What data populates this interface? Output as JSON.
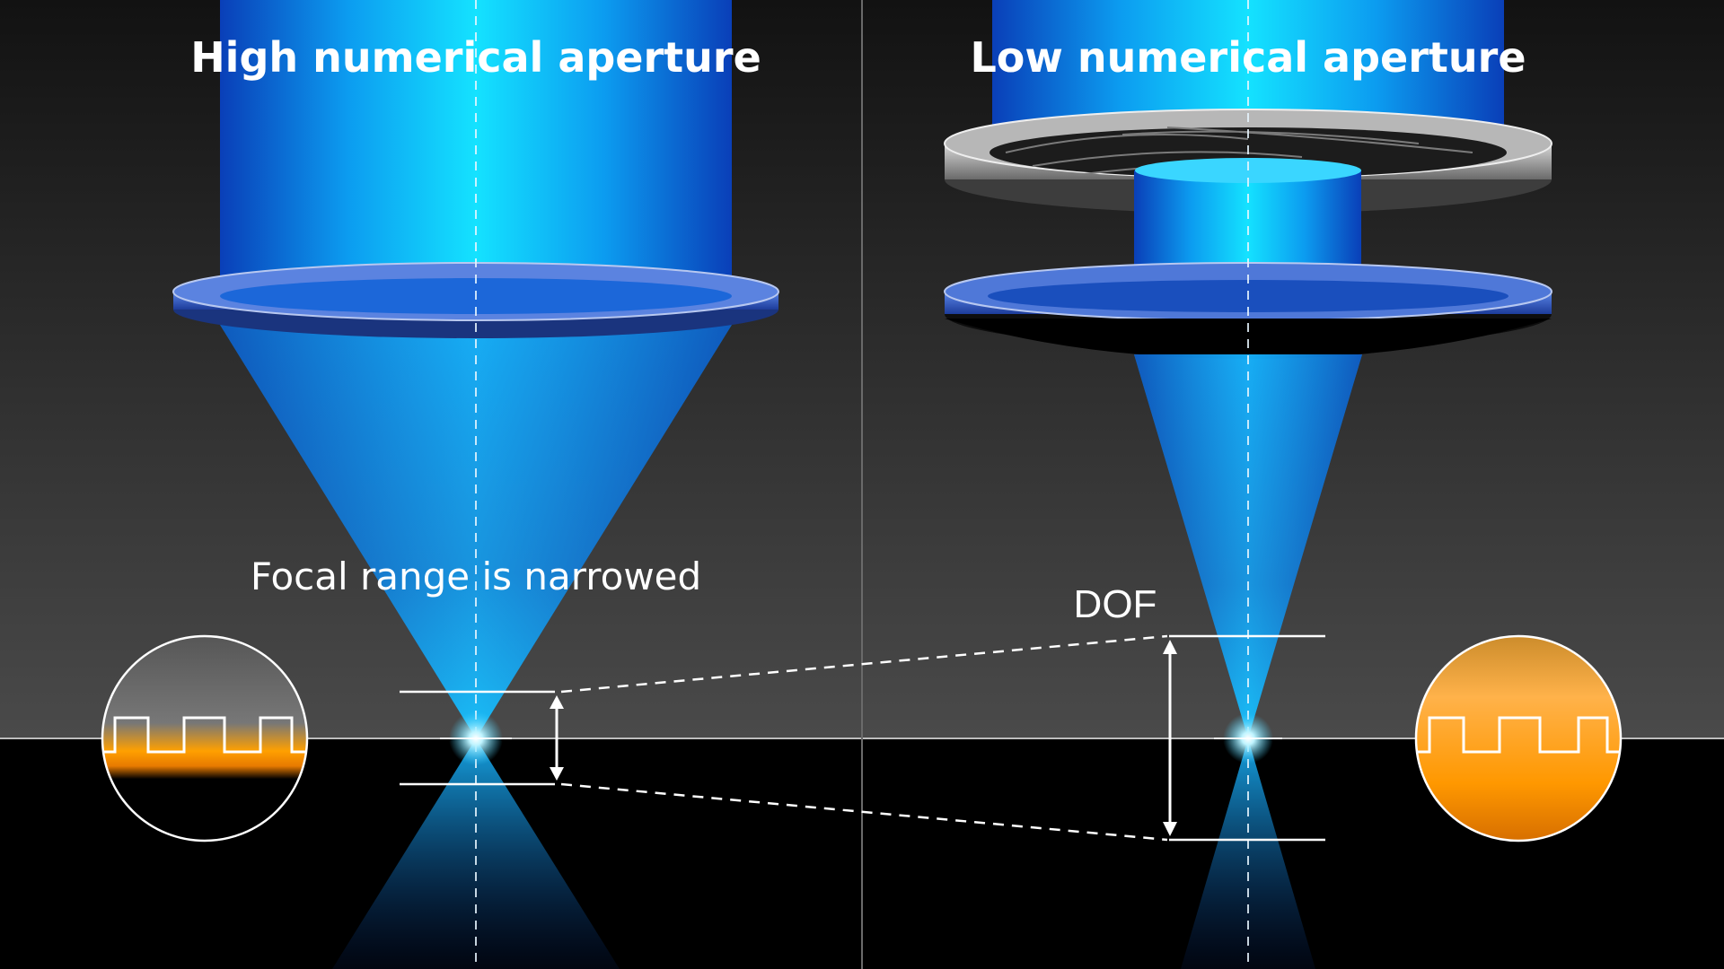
{
  "panels": {
    "left": {
      "title": "High numerical aperture",
      "caption": "Focal range is narrowed"
    },
    "right": {
      "title": "Low numerical aperture",
      "dof_label": "DOF"
    }
  },
  "colors": {
    "beam": "#12d2ff",
    "beam_deep": "#0a4fd0",
    "lens_ring": "#3a63c8",
    "aperture_ring": "#a9a9a9",
    "sample": "#ff9a00",
    "guide_line": "#ffffff"
  }
}
